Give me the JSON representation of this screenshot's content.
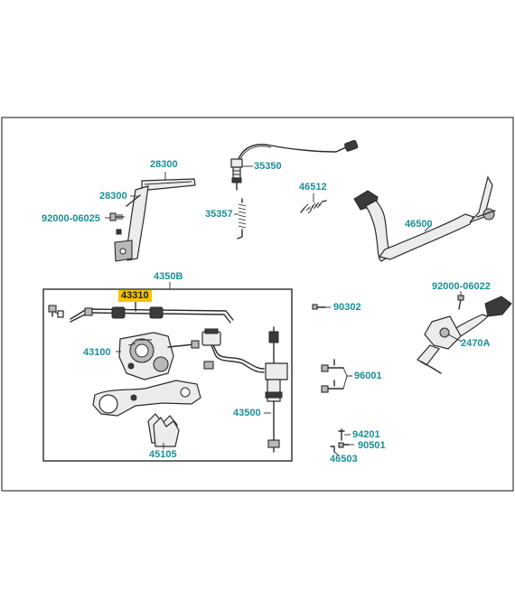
{
  "diagram": {
    "labels": {
      "p28300_top": "28300",
      "p28300_left": "28300",
      "p92000_06025": "92000-06025",
      "p35350": "35350",
      "p35357": "35357",
      "p46512": "46512",
      "p46500": "46500",
      "p4350B": "4350B",
      "p43310": "43310",
      "p43100": "43100",
      "p43500": "43500",
      "p45105": "45105",
      "p90302": "90302",
      "p96001": "96001",
      "p94201": "94201",
      "p90501": "90501",
      "p46503": "46503",
      "p92000_06022": "92000-06022",
      "p2470A": "2470A"
    },
    "highlighted_part": "43310",
    "colors": {
      "label": "#1a8f95",
      "highlight_bg": "#f6c200",
      "line": "#2a2a2a"
    }
  }
}
